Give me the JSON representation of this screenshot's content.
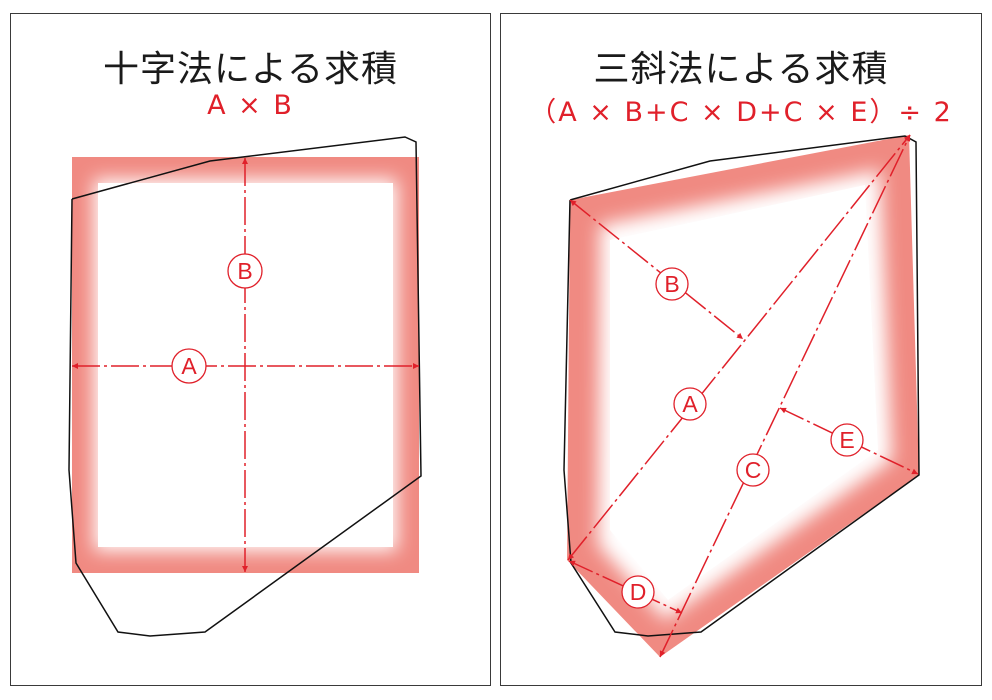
{
  "left": {
    "title": "十字法による求積",
    "formula": "A × B",
    "labels": {
      "a": "A",
      "b": "B"
    }
  },
  "right": {
    "title": "三斜法による求積",
    "formula": "（A × B+C × D+C × E）÷ 2",
    "labels": {
      "a": "A",
      "b": "B",
      "c": "C",
      "d": "D",
      "e": "E"
    }
  },
  "colors": {
    "accent": "#e0202a",
    "shade": "#f08a82",
    "outline": "#111111",
    "border": "#3a3a3a"
  }
}
